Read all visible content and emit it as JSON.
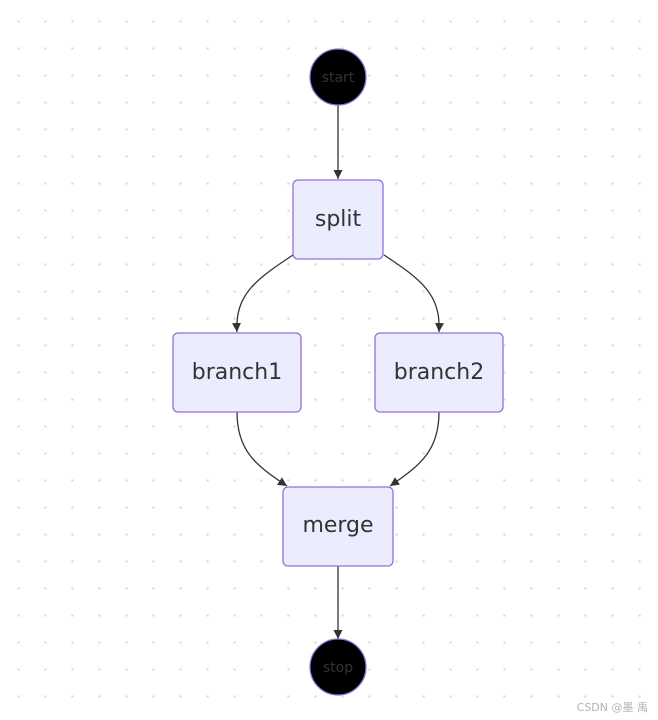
{
  "nodes": {
    "start": "start",
    "split": "split",
    "branch1": "branch1",
    "branch2": "branch2",
    "merge": "merge",
    "stop": "stop"
  },
  "edges": [
    {
      "from": "start",
      "to": "split"
    },
    {
      "from": "split",
      "to": "branch1"
    },
    {
      "from": "split",
      "to": "branch2"
    },
    {
      "from": "branch1",
      "to": "merge"
    },
    {
      "from": "branch2",
      "to": "merge"
    },
    {
      "from": "merge",
      "to": "stop"
    }
  ],
  "colors": {
    "node_fill": "#ececff",
    "node_border": "#9370db",
    "terminal_fill": "#000000",
    "edge": "#333333",
    "text": "#333333"
  },
  "watermark": "CSDN @墨 禹"
}
